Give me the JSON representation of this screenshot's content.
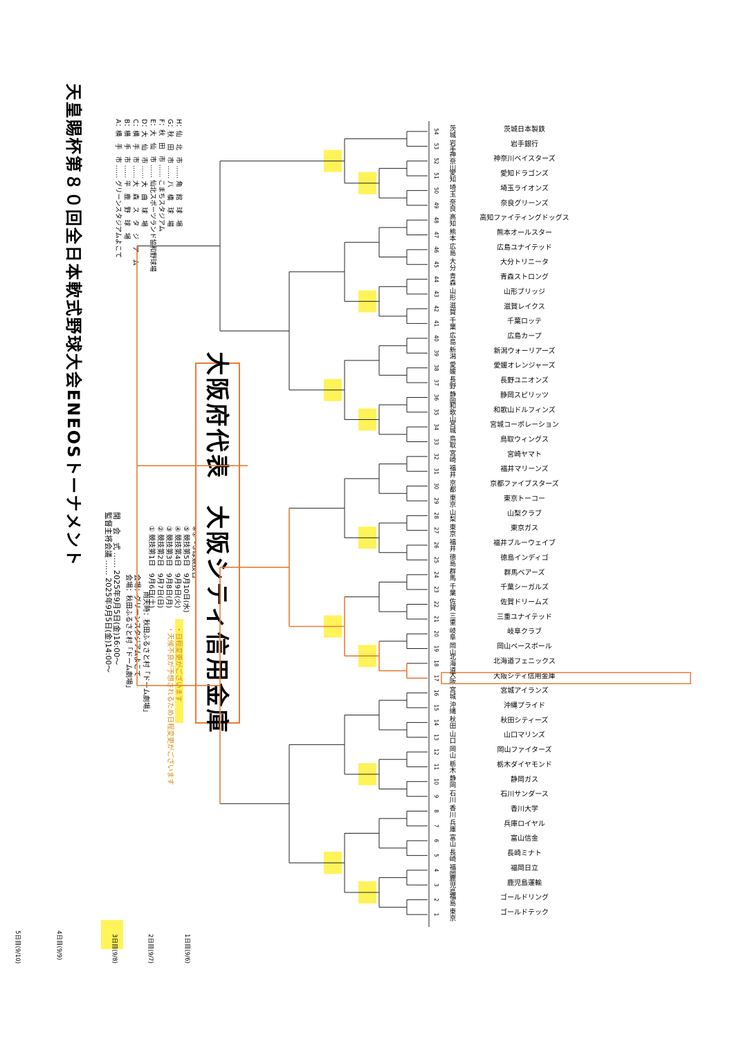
{
  "title": "天皇賜杯第８０回全日本軟式野球大会ENEOSトーナメント",
  "meeting_line": "監督主将会議 …… 2025年9月5日(金)14:00〜",
  "opening_line": "開　会　式 …… 2025年9月5日(金)16:00〜",
  "venue_line_1": "会場：秋田ふるさと村「ドーム劇場」",
  "venue_line_2": "会場：グリーンスタジアムよこて",
  "venue_line_3": "雨天時：秋田ふるさと村「ドーム劇場」",
  "schedule": [
    "① 競技第1日　9月6日(土)",
    "② 競技第2日　9月7日(日)",
    "③ 競技第3日　9月8日(月)",
    "④ 競技第4日　9月9日(火)",
    "⑤ 競技第5日　9月10日(水)",
    "※①〜⑤は競技日"
  ],
  "notice_1": "・天候不良が予想されるため日程変更がございます",
  "notice_2": "・日程変更がございます",
  "venues": [
    "A：横　手　市 …… グリーンスタジアムよこて",
    "B：横　手　市 …… 平　鹿　野　球　場",
    "C：横　手　市 …… 大　森　ス　タ　ジ　ア　ム",
    "D：大　仙　市 …… 大　曲　球　場",
    "E：大　仙　市 …… 仙北スポーツランド協和野球場",
    "F：秋　田　市 …… こまちスタジアム",
    "G：秋　田　市 …… 八　橋　球　場",
    "H：仙　北　市 …… 角　館　球　場"
  ],
  "winner_label": "大阪府代表　大阪シティ信用金庫",
  "round_labels": [
    "5日目(9/10)",
    "4日目(9/9)",
    "3日目(9/8)",
    "2日目(9/7)",
    "1日目(9/6)"
  ],
  "teams": [
    {
      "no": "1",
      "pref": "東京",
      "name": "ゴールドテック"
    },
    {
      "no": "2",
      "pref": "福島",
      "name": "ゴールドリング"
    },
    {
      "no": "3",
      "pref": "鹿児島",
      "name": "鹿児島運輸"
    },
    {
      "no": "4",
      "pref": "福岡",
      "name": "福岡日立"
    },
    {
      "no": "5",
      "pref": "長崎",
      "name": "長崎ミナト"
    },
    {
      "no": "6",
      "pref": "富山",
      "name": "富山信金"
    },
    {
      "no": "7",
      "pref": "兵庫",
      "name": "兵庫ロイヤル"
    },
    {
      "no": "8",
      "pref": "香川",
      "name": "香川大学"
    },
    {
      "no": "9",
      "pref": "石川",
      "name": "石川サンダース"
    },
    {
      "no": "10",
      "pref": "静岡",
      "name": "静岡ガス"
    },
    {
      "no": "11",
      "pref": "栃木",
      "name": "栃木ダイヤモンド"
    },
    {
      "no": "12",
      "pref": "岡山",
      "name": "岡山ファイターズ"
    },
    {
      "no": "13",
      "pref": "山口",
      "name": "山口マリンズ"
    },
    {
      "no": "14",
      "pref": "秋田",
      "name": "秋田シティーズ"
    },
    {
      "no": "15",
      "pref": "沖縄",
      "name": "沖縄プライド"
    },
    {
      "no": "16",
      "pref": "宮城",
      "name": "宮城アイランズ"
    },
    {
      "no": "17",
      "pref": "大阪",
      "name": "大阪シティ信用金庫"
    },
    {
      "no": "18",
      "pref": "北海道",
      "name": "北海道フェニックス"
    },
    {
      "no": "19",
      "pref": "岡山",
      "name": "岡山ベースボール"
    },
    {
      "no": "20",
      "pref": "岐阜",
      "name": "岐阜クラブ"
    },
    {
      "no": "21",
      "pref": "三重",
      "name": "三重ユナイテッド"
    },
    {
      "no": "22",
      "pref": "佐賀",
      "name": "佐賀ドリームズ"
    },
    {
      "no": "23",
      "pref": "千葉",
      "name": "千葉シーガルズ"
    },
    {
      "no": "24",
      "pref": "群馬",
      "name": "群馬ベアーズ"
    },
    {
      "no": "25",
      "pref": "徳島",
      "name": "徳島インディゴ"
    },
    {
      "no": "26",
      "pref": "福井",
      "name": "福井ブルーウェイブ"
    },
    {
      "no": "27",
      "pref": "東京",
      "name": "東京ガス"
    },
    {
      "no": "28",
      "pref": "山梨",
      "name": "山梨クラブ"
    },
    {
      "no": "29",
      "pref": "東京",
      "name": "東京トーコー"
    },
    {
      "no": "30",
      "pref": "京都",
      "name": "京都ファイブスターズ"
    },
    {
      "no": "31",
      "pref": "福井",
      "name": "福井マリーンズ"
    },
    {
      "no": "32",
      "pref": "宮崎",
      "name": "宮崎ヤマト"
    },
    {
      "no": "33",
      "pref": "鳥取",
      "name": "鳥取ウィングス"
    },
    {
      "no": "34",
      "pref": "宮城",
      "name": "宮城コーポレーション"
    },
    {
      "no": "35",
      "pref": "和歌山",
      "name": "和歌山ドルフィンズ"
    },
    {
      "no": "36",
      "pref": "静岡",
      "name": "静岡スピリッツ"
    },
    {
      "no": "37",
      "pref": "長野",
      "name": "長野ユニオンズ"
    },
    {
      "no": "38",
      "pref": "愛媛",
      "name": "愛媛オレンジャーズ"
    },
    {
      "no": "39",
      "pref": "新潟",
      "name": "新潟ウォーリアーズ"
    },
    {
      "no": "40",
      "pref": "広島",
      "name": "広島カープ"
    },
    {
      "no": "41",
      "pref": "千葉",
      "name": "千葉ロッテ"
    },
    {
      "no": "42",
      "pref": "滋賀",
      "name": "滋賀レイクス"
    },
    {
      "no": "43",
      "pref": "山形",
      "name": "山形ブリッジ"
    },
    {
      "no": "44",
      "pref": "青森",
      "name": "青森ストロング"
    },
    {
      "no": "45",
      "pref": "大分",
      "name": "大分トリニータ"
    },
    {
      "no": "46",
      "pref": "広島",
      "name": "広島ユナイテッド"
    },
    {
      "no": "47",
      "pref": "熊本",
      "name": "熊本オールスター"
    },
    {
      "no": "48",
      "pref": "高知",
      "name": "高知ファイティングドッグス"
    },
    {
      "no": "49",
      "pref": "奈良",
      "name": "奈良グリーンズ"
    },
    {
      "no": "50",
      "pref": "埼玉",
      "name": "埼玉ライオンズ"
    },
    {
      "no": "51",
      "pref": "愛知",
      "name": "愛知ドラゴンズ"
    },
    {
      "no": "52",
      "pref": "神奈川",
      "name": "神奈川ベイスターズ"
    },
    {
      "no": "53",
      "pref": "岩手",
      "name": "岩手銀行"
    },
    {
      "no": "54",
      "pref": "茨城",
      "name": "茨城日本製鉄"
    }
  ]
}
